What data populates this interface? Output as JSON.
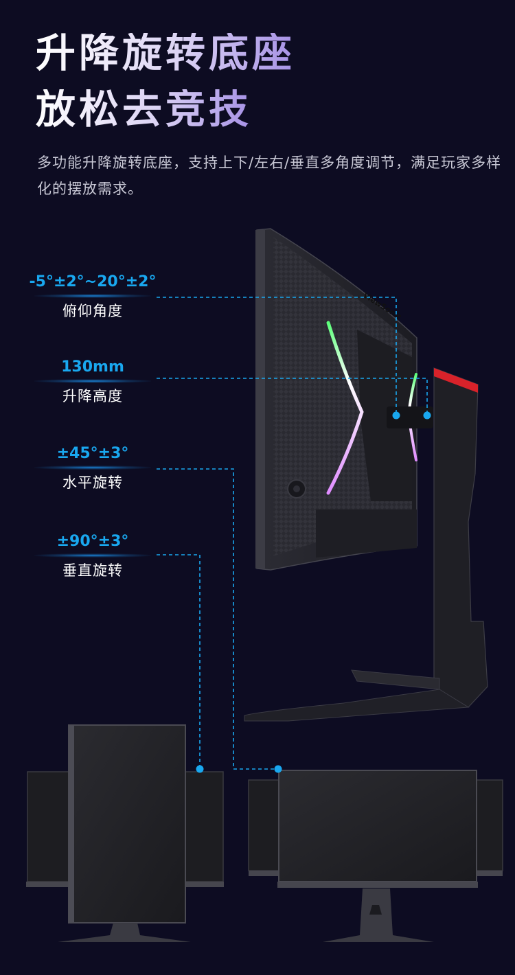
{
  "header": {
    "title_line1": "升降旋转底座",
    "title_line2": "放松去竞技",
    "description": "多功能升降旋转底座，支持上下/左右/垂直多角度调节，满足玩家多样化的摆放需求。"
  },
  "specs": [
    {
      "value": "-5°±2°~20°±2°",
      "label": "俯仰角度"
    },
    {
      "value": "130mm",
      "label": "升降高度"
    },
    {
      "value": "±45°±3°",
      "label": "水平旋转"
    },
    {
      "value": "±90°±3°",
      "label": "垂直旋转"
    }
  ],
  "colors": {
    "background": "#0d0c22",
    "accent_cyan": "#19a8f0",
    "rgb_light_green": "#5cff7a",
    "rgb_light_purple": "#e08cff",
    "stand_red": "#d8222a"
  }
}
